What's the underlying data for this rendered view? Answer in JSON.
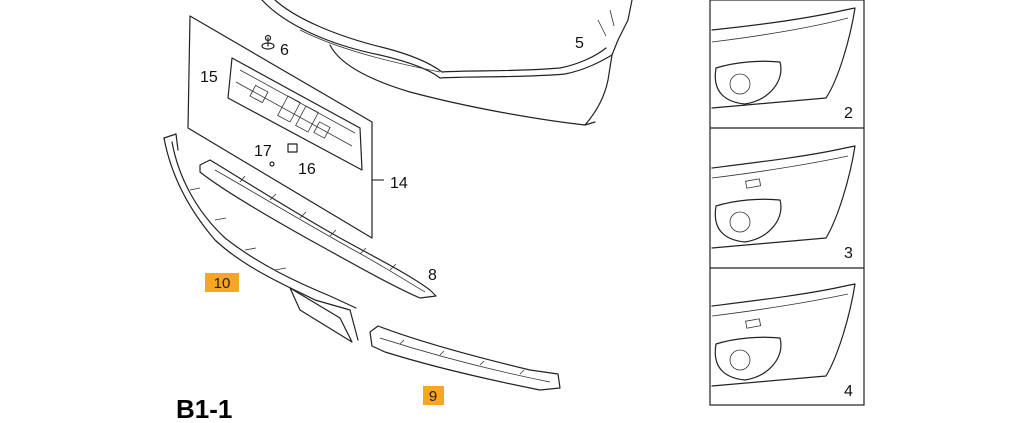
{
  "diagram": {
    "reference_code": "B1-1",
    "callouts": {
      "c5": "5",
      "c6": "6",
      "c15": "15",
      "c14": "14",
      "c17": "17",
      "c16": "16",
      "c8": "8",
      "c10": "10",
      "c9": "9"
    },
    "highlighted_callouts": [
      "10",
      "9"
    ],
    "highlight_color": "#f5a623",
    "variant_panels": [
      {
        "number": "2"
      },
      {
        "number": "3"
      },
      {
        "number": "4"
      }
    ]
  }
}
